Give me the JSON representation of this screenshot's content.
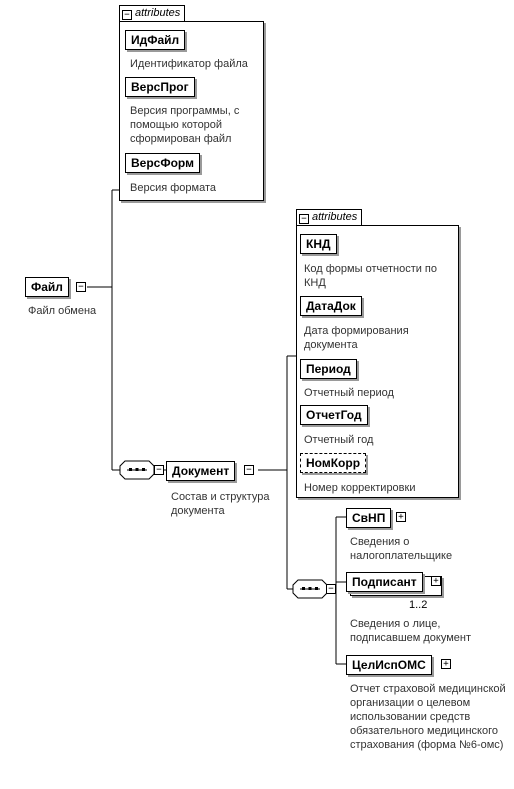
{
  "root": {
    "name": "Файл",
    "desc": "Файл обмена"
  },
  "file_attrs": {
    "tab": "attributes",
    "items": [
      {
        "name": "ИдФайл",
        "desc": "Идентификатор файла"
      },
      {
        "name": "ВерсПрог",
        "desc": "Версия программы, с помощью которой сформирован файл"
      },
      {
        "name": "ВерсФорм",
        "desc": "Версия формата"
      }
    ]
  },
  "document": {
    "name": "Документ",
    "desc": "Состав и структура документа"
  },
  "doc_attrs": {
    "tab": "attributes",
    "items": [
      {
        "name": "КНД",
        "desc": "Код формы отчетности по КНД"
      },
      {
        "name": "ДатаДок",
        "desc": "Дата формирования документа"
      },
      {
        "name": "Период",
        "desc": "Отчетный период"
      },
      {
        "name": "ОтчетГод",
        "desc": "Отчетный год"
      },
      {
        "name": "НомКорр",
        "desc": "Номер корректировки"
      }
    ]
  },
  "children": [
    {
      "name": "СвНП",
      "desc": "Сведения о налогоплательщике"
    },
    {
      "name": "Подписант",
      "desc": "Сведения о лице, подписавшем документ",
      "cardinality": "1..2"
    },
    {
      "name": "ЦелИспОМС",
      "desc": "Отчет страховой медицинской организации о целевом использовании средств обязательного медицинского страхования (форма №6-омс)"
    }
  ]
}
